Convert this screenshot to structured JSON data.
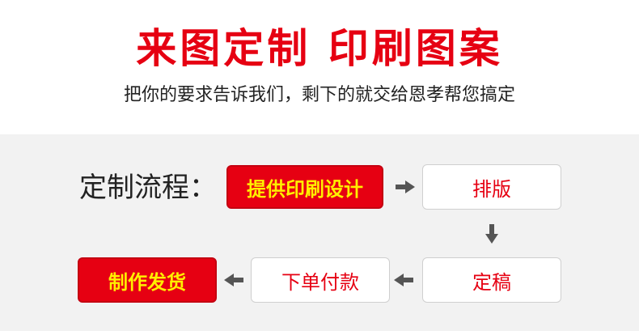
{
  "header": {
    "title": "来图定制 印刷图案",
    "subtitle": "把你的要求告诉我们，剩下的就交给恩孝帮您搞定"
  },
  "flow": {
    "label": "定制流程：",
    "steps": [
      {
        "id": "design",
        "label": "提供印刷设计",
        "style": "red"
      },
      {
        "id": "layout",
        "label": "排版",
        "style": "white"
      },
      {
        "id": "final",
        "label": "定稿",
        "style": "white"
      },
      {
        "id": "order",
        "label": "下单付款",
        "style": "white"
      },
      {
        "id": "ship",
        "label": "制作发货",
        "style": "red"
      }
    ]
  },
  "colors": {
    "accent": "#e60012",
    "highlight_text": "#ffef00",
    "panel_bg": "#f2f2f2",
    "arrow": "#555555"
  },
  "icons": [
    "arrow-right-icon",
    "arrow-down-icon",
    "arrow-left-icon"
  ]
}
